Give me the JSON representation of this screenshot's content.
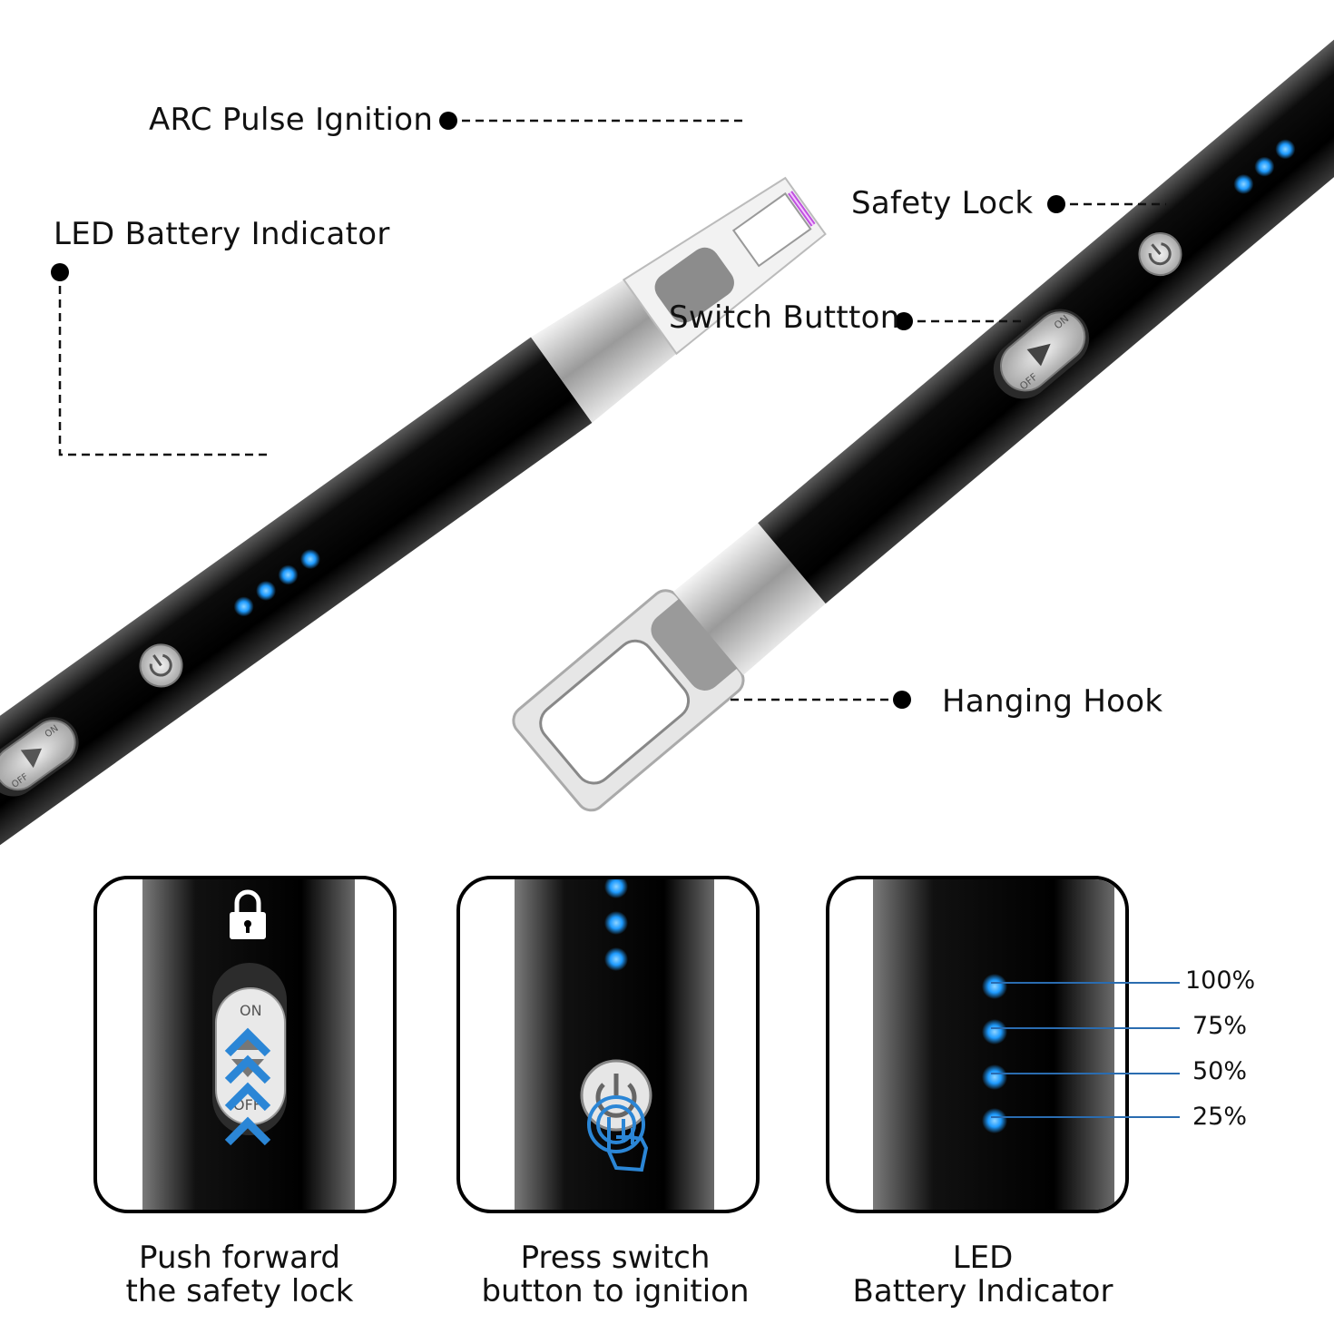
{
  "callouts": {
    "arc": "ARC Pulse Ignition",
    "led": "LED Battery Indicator",
    "safety": "Safety Lock",
    "switch": "Switch Buttton",
    "hook": "Hanging Hook"
  },
  "button_text": {
    "on": "ON",
    "off": "OFF"
  },
  "panels": [
    {
      "caption_line1": "Push forward",
      "caption_line2": "the safety lock"
    },
    {
      "caption_line1": "Press switch",
      "caption_line2": "button to ignition"
    },
    {
      "caption_line1": "LED",
      "caption_line2": "Battery Indicator"
    }
  ],
  "battery_levels": [
    "100%",
    "75%",
    "50%",
    "25%"
  ],
  "colors": {
    "led_blue": "#1e9bff",
    "arc_purple": "#c050e0",
    "body_black": "#0a0a0a",
    "accent_blue": "#2b86d6"
  }
}
